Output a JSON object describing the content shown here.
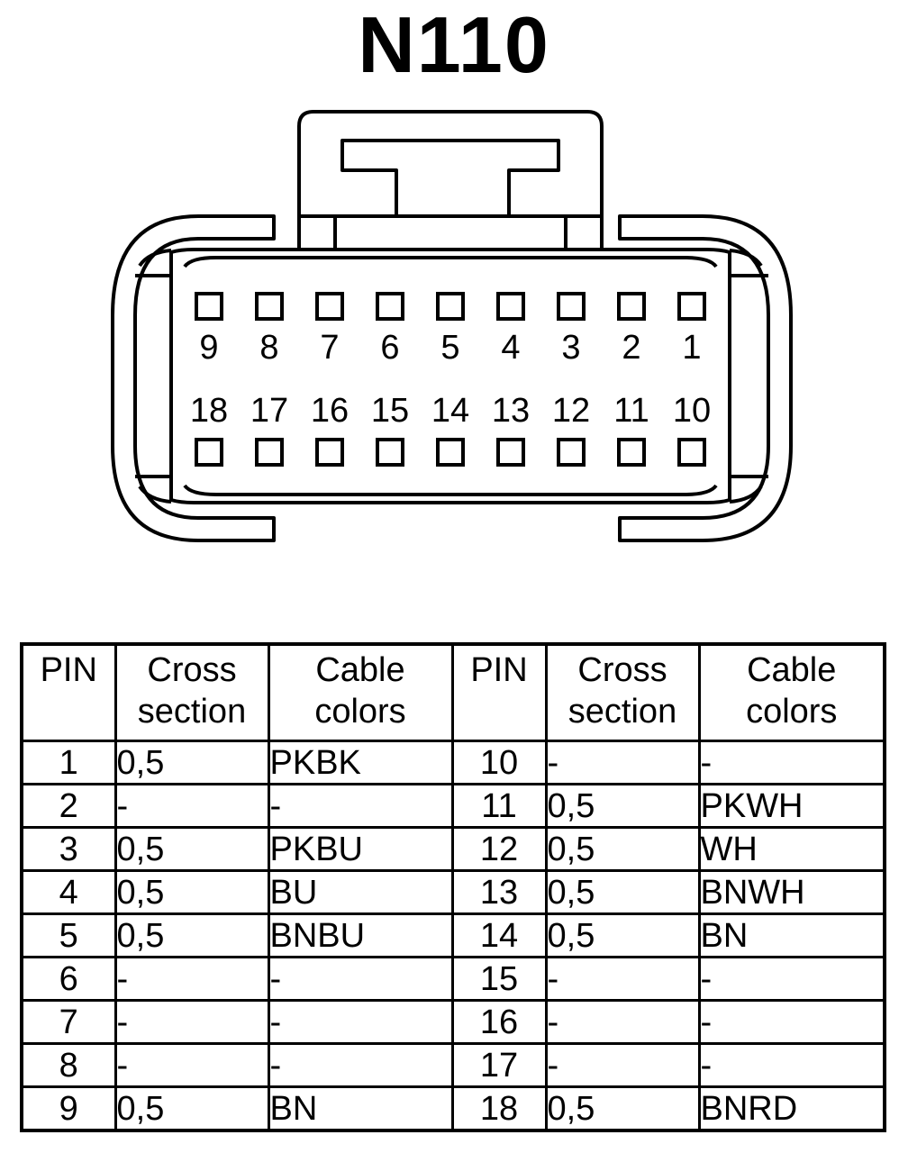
{
  "title": "N110",
  "connector": {
    "top_row": [
      "9",
      "8",
      "7",
      "6",
      "5",
      "4",
      "3",
      "2",
      "1"
    ],
    "bottom_row": [
      "18",
      "17",
      "16",
      "15",
      "14",
      "13",
      "12",
      "11",
      "10"
    ]
  },
  "table": {
    "headers": [
      {
        "line1": "PIN",
        "line2": ""
      },
      {
        "line1": "Cross",
        "line2": "section"
      },
      {
        "line1": "Cable",
        "line2": "colors"
      },
      {
        "line1": "PIN",
        "line2": ""
      },
      {
        "line1": "Cross",
        "line2": "section"
      },
      {
        "line1": "Cable",
        "line2": "colors"
      }
    ],
    "rows": [
      [
        "1",
        "0,5",
        "PKBK",
        "10",
        "-",
        "-"
      ],
      [
        "2",
        "-",
        "-",
        "11",
        "0,5",
        "PKWH"
      ],
      [
        "3",
        "0,5",
        "PKBU",
        "12",
        "0,5",
        "WH"
      ],
      [
        "4",
        "0,5",
        "BU",
        "13",
        "0,5",
        "BNWH"
      ],
      [
        "5",
        "0,5",
        "BNBU",
        "14",
        "0,5",
        "BN"
      ],
      [
        "6",
        "-",
        "-",
        "15",
        "-",
        "-"
      ],
      [
        "7",
        "-",
        "-",
        "16",
        "-",
        "-"
      ],
      [
        "8",
        "-",
        "-",
        "17",
        "-",
        "-"
      ],
      [
        "9",
        "0,5",
        "BN",
        "18",
        "0,5",
        "BNRD"
      ]
    ]
  }
}
